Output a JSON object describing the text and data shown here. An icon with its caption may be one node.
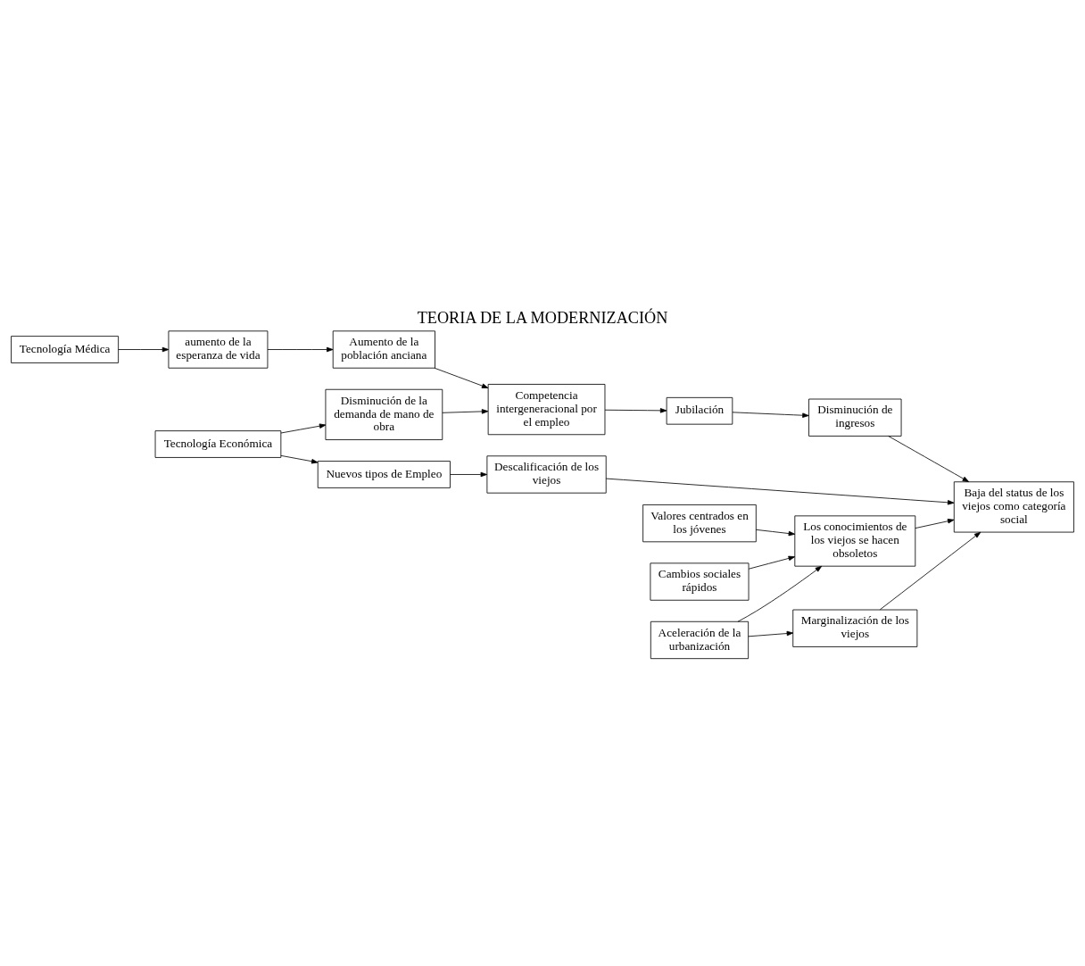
{
  "diagram": {
    "title": "TEORIA DE LA MODERNIZACIÓN",
    "nodes": [
      {
        "text": [
          "Tecnología Médica"
        ]
      },
      {
        "text": [
          "aumento de la esperanza de vida"
        ]
      },
      {
        "text": [
          "Aumento de la población anciana"
        ]
      },
      {
        "text": [
          "Disminución de la demanda de mano de obra"
        ]
      },
      {
        "text": [
          "Competencia intergeneracional por el empleo"
        ]
      },
      {
        "text": [
          "Tecnología Económica"
        ]
      },
      {
        "text": [
          "Jubilación"
        ]
      },
      {
        "text": [
          "Disminución de ingresos"
        ]
      },
      {
        "text": [
          "Nuevos tipos de Empleo"
        ]
      },
      {
        "text": [
          "Descalificación de los viejos"
        ]
      },
      {
        "text": [
          "Valores centrados en los jóvenes"
        ]
      },
      {
        "text": [
          "Baja del status de los viejos como categoría social"
        ]
      },
      {
        "text": [
          "Los conocimientos de los viejos se hacen obsoletos"
        ]
      },
      {
        "text": [
          "Cambios sociales rápidos"
        ]
      },
      {
        "text": [
          "Aceleración de la urbanización"
        ]
      },
      {
        "text": [
          "Marginalización de los viejos"
        ]
      }
    ],
    "edges": [
      {
        "from": 0,
        "to": 1,
        "arrow": "to"
      },
      {
        "from": 1,
        "to": 2,
        "arrow": "to"
      },
      {
        "from": 2,
        "to": 4,
        "arrow": "to"
      },
      {
        "from": 5,
        "to": 3,
        "arrow": "to"
      },
      {
        "from": 5,
        "to": 8,
        "arrow": "to"
      },
      {
        "from": 3,
        "to": 4,
        "arrow": "to"
      },
      {
        "from": 4,
        "to": 6,
        "arrow": "to"
      },
      {
        "from": 6,
        "to": 7,
        "arrow": "to"
      },
      {
        "from": 7,
        "to": 11,
        "arrow": "to"
      },
      {
        "from": 8,
        "to": 9,
        "arrow": "to"
      },
      {
        "from": 9,
        "to": 11,
        "arrow": "to"
      },
      {
        "from": 10,
        "to": 12,
        "arrow": "to"
      },
      {
        "from": 13,
        "to": 12,
        "arrow": "to"
      },
      {
        "from": 14,
        "to": 12,
        "arrow": "to"
      },
      {
        "from": 14,
        "to": 15,
        "arrow": "to"
      },
      {
        "from": 15,
        "to": 11,
        "arrow": "to"
      },
      {
        "from": 12,
        "to": 11,
        "arrow": "to"
      }
    ]
  }
}
